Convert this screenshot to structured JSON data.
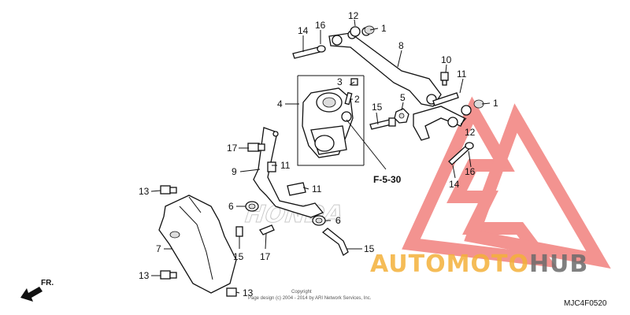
{
  "diagram": {
    "code": "MJC4F0520",
    "callout": "F-5-30",
    "direction": "FR.",
    "copyright_line1": "Copyright",
    "copyright_line2": "Page design (c) 2004 - 2014 by ARI Network Services, Inc.",
    "watermark_brand": "HONDA",
    "watermark_auto": "AUTOMOTO",
    "watermark_hub": "HUB",
    "colors": {
      "watermark_red": "#ef6f6c",
      "watermark_orange": "#f4b13a",
      "watermark_gray": "#6b6b6b"
    }
  },
  "labels": {
    "l1a": "1",
    "l1b": "1",
    "l2": "2",
    "l3": "3",
    "l4": "4",
    "l5": "5",
    "l6a": "6",
    "l6b": "6",
    "l7": "7",
    "l8": "8",
    "l9": "9",
    "l10": "10",
    "l11a": "11",
    "l11b": "11",
    "l11c": "11",
    "l12a": "12",
    "l12b": "12",
    "l13a": "13",
    "l13b": "13",
    "l13c": "13",
    "l14a": "14",
    "l14b": "14",
    "l15a": "15",
    "l15b": "15",
    "l15c": "15",
    "l16a": "16",
    "l16b": "16",
    "l17a": "17",
    "l17b": "17"
  }
}
